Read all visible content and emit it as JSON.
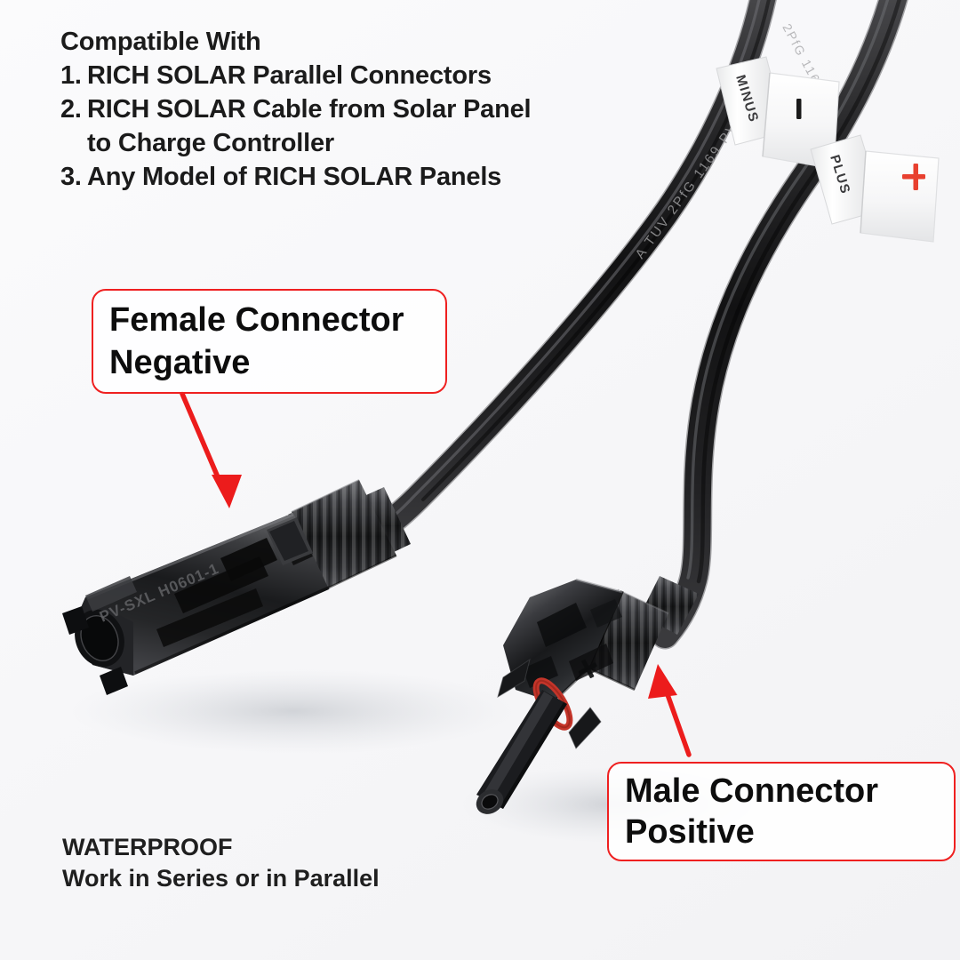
{
  "background_color": "#f7f7f9",
  "accent_color": "#ef2020",
  "header": {
    "title": "Compatible With",
    "items": [
      {
        "number": "1.",
        "text": "RICH SOLAR Parallel Connectors",
        "continuation": ""
      },
      {
        "number": "2.",
        "text": "RICH SOLAR Cable from Solar Panel",
        "continuation": "to Charge Controller"
      },
      {
        "number": "3.",
        "text": "Any Model of RICH SOLAR Panels",
        "continuation": ""
      }
    ]
  },
  "callouts": {
    "female": {
      "line1": "Female Connector",
      "line2": "Negative"
    },
    "male": {
      "line1": "Male Connector",
      "line2": "Positive"
    }
  },
  "footer": {
    "line1": "WATERPROOF",
    "line2": "Work in Series or in Parallel"
  },
  "product": {
    "cable_print": "A TUV 2PfG 1169 PV",
    "female_body_text": "PV-SXL H0601-1",
    "male_body_mark": "+",
    "tags": [
      {
        "name": "minus-tag",
        "label": "MINUS",
        "symbol": "–",
        "symbol_color": "#1a1a1a"
      },
      {
        "name": "plus-tag",
        "label": "PLUS",
        "symbol": "+",
        "symbol_color": "#e8402f"
      }
    ],
    "oring_color": "#c4352a"
  }
}
